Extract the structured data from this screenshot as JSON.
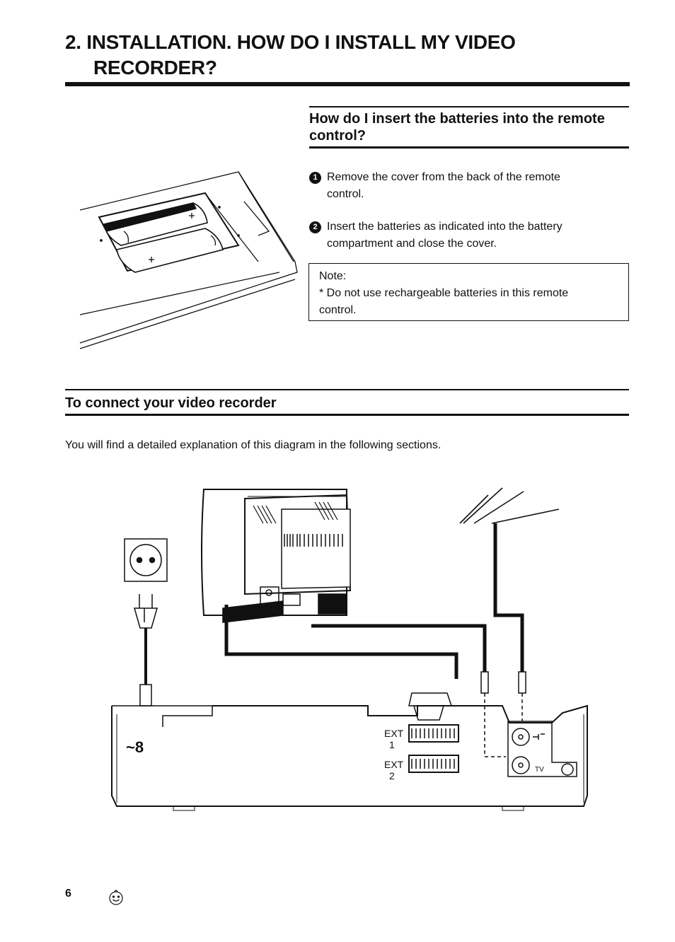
{
  "header": {
    "title_line1": "2. INSTALLATION. HOW DO I INSTALL MY VIDEO",
    "title_line2": "RECORDER?"
  },
  "batteries": {
    "title": "How do I insert the batteries into the remote control?",
    "steps": [
      {
        "num": "1",
        "text_first": "Remove the cover from the back of the remote",
        "text_cont": "control."
      },
      {
        "num": "2",
        "text_first": "Insert the batteries as indicated into the battery",
        "text_cont": "compartment and close the cover."
      }
    ],
    "note": {
      "label": "Note:",
      "line1": "* Do not use rechargeable batteries in this remote",
      "line2": "control."
    }
  },
  "connect": {
    "title": "To connect your video recorder",
    "intro": "You will find a detailed explanation of this diagram in the following sections.",
    "diagram": {
      "ext1_label": "EXT",
      "ext1_num": "1",
      "ext2_label": "EXT",
      "ext2_num": "2",
      "tv_label": "TV",
      "power_label": "~8"
    }
  },
  "footer": {
    "page_number": "6"
  }
}
